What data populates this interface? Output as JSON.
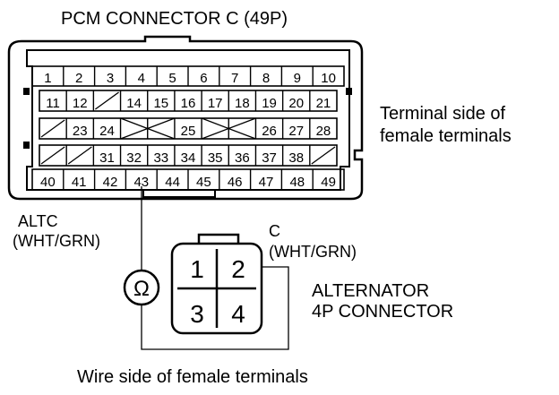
{
  "title": "PCM CONNECTOR C (49P)",
  "pcm_connector": {
    "row1": [
      "1",
      "2",
      "3",
      "4",
      "5",
      "6",
      "7",
      "8",
      "9",
      "10"
    ],
    "row2": [
      "11",
      "12",
      "",
      "14",
      "15",
      "16",
      "17",
      "18",
      "19",
      "20",
      "21"
    ],
    "row3": [
      "",
      "23",
      "24",
      "",
      "",
      "25",
      "",
      "",
      "26",
      "27",
      "28"
    ],
    "row4": [
      "",
      "",
      "31",
      "32",
      "33",
      "34",
      "35",
      "36",
      "37",
      "38",
      ""
    ],
    "row5": [
      "40",
      "41",
      "42",
      "43",
      "44",
      "45",
      "46",
      "47",
      "48",
      "49"
    ],
    "side_label_line1": "Terminal side of",
    "side_label_line2": "female terminals"
  },
  "altc_label_line1": "ALTC",
  "altc_label_line2": "(WHT/GRN)",
  "c_label_line1": "C",
  "c_label_line2": "(WHT/GRN)",
  "ohmmeter_symbol": "Ω",
  "alternator_connector": {
    "pins": [
      "1",
      "2",
      "3",
      "4"
    ],
    "label_line1": "ALTERNATOR",
    "label_line2": "4P CONNECTOR"
  },
  "footer": "Wire side of female terminals",
  "colors": {
    "line": "#000000",
    "background": "#ffffff"
  }
}
